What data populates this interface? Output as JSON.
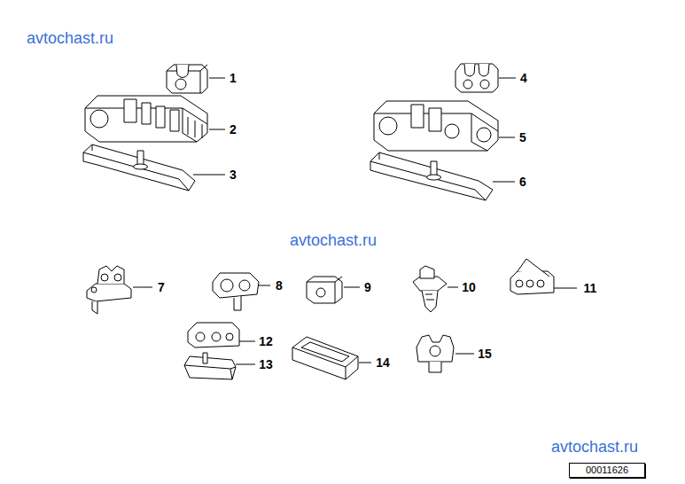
{
  "diagram": {
    "nodes": [
      {
        "text": [
          "00011626"
        ]
      }
    ],
    "labels": [
      "avtochast.ru",
      "1",
      "2",
      "3",
      "4",
      "5",
      "6",
      "avtochast.ru",
      "7",
      "8",
      "9",
      "10",
      "11",
      "12",
      "13",
      "14",
      "15",
      "avtochast.ru"
    ]
  }
}
